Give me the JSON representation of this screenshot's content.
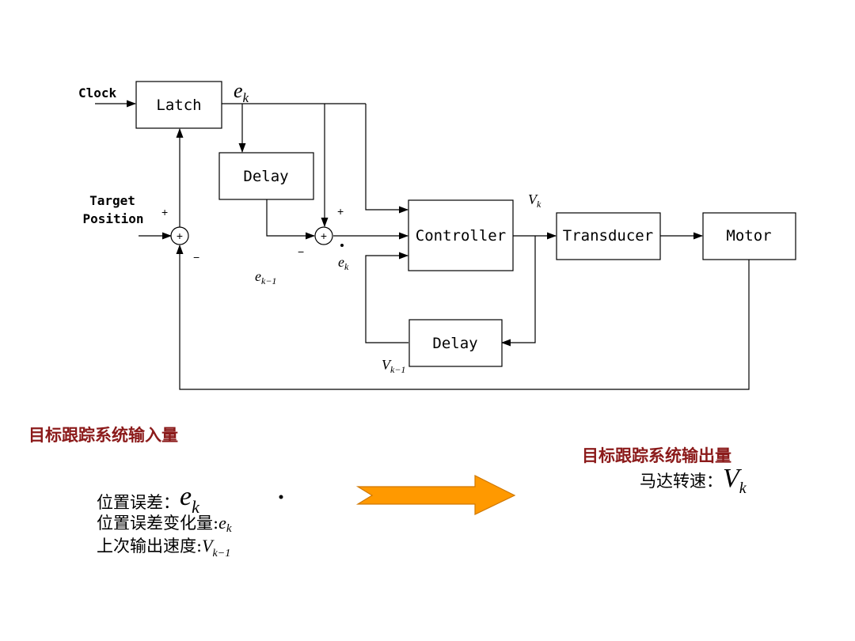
{
  "blocks": {
    "latch": "Latch",
    "delay_top": "Delay",
    "controller": "Controller",
    "transducer": "Transducer",
    "motor": "Motor",
    "delay_bottom": "Delay"
  },
  "inputs": {
    "clock": "Clock",
    "target_line1": "Target",
    "target_line2": "Position"
  },
  "signs": {
    "sum1_plus": "+",
    "sum1_minus": "−",
    "sum1_inner": "+",
    "sum2_plus": "+",
    "sum2_minus": "−",
    "sum2_inner": "+"
  },
  "signals": {
    "ek_var": "e",
    "ek_sub": "k",
    "ek1_var": "e",
    "ek1_sub": "k−1",
    "ekdot_var": "e",
    "ekdot_sub": "k",
    "vk_var": "V",
    "vk_sub": "k",
    "vk1_var": "V",
    "vk1_sub": "k−1"
  },
  "legend": {
    "input_title": "目标跟踪系统输入量",
    "input1_label": "位置误差：",
    "input1_var": "e",
    "input1_sub": "k",
    "input2_label": "位置误差变化量:",
    "input2_var": "e",
    "input2_sub": "k",
    "input3_label": "上次输出速度:",
    "input3_var": "V",
    "input3_sub": "k−1",
    "output_title": "目标跟踪系统输出量",
    "output1_label": "马达转速：",
    "output1_var": "V",
    "output1_sub": "k"
  },
  "colors": {
    "arrow_fill": "#ff9900",
    "arrow_stroke": "#d07800",
    "title_red": "#8b1a1a"
  }
}
